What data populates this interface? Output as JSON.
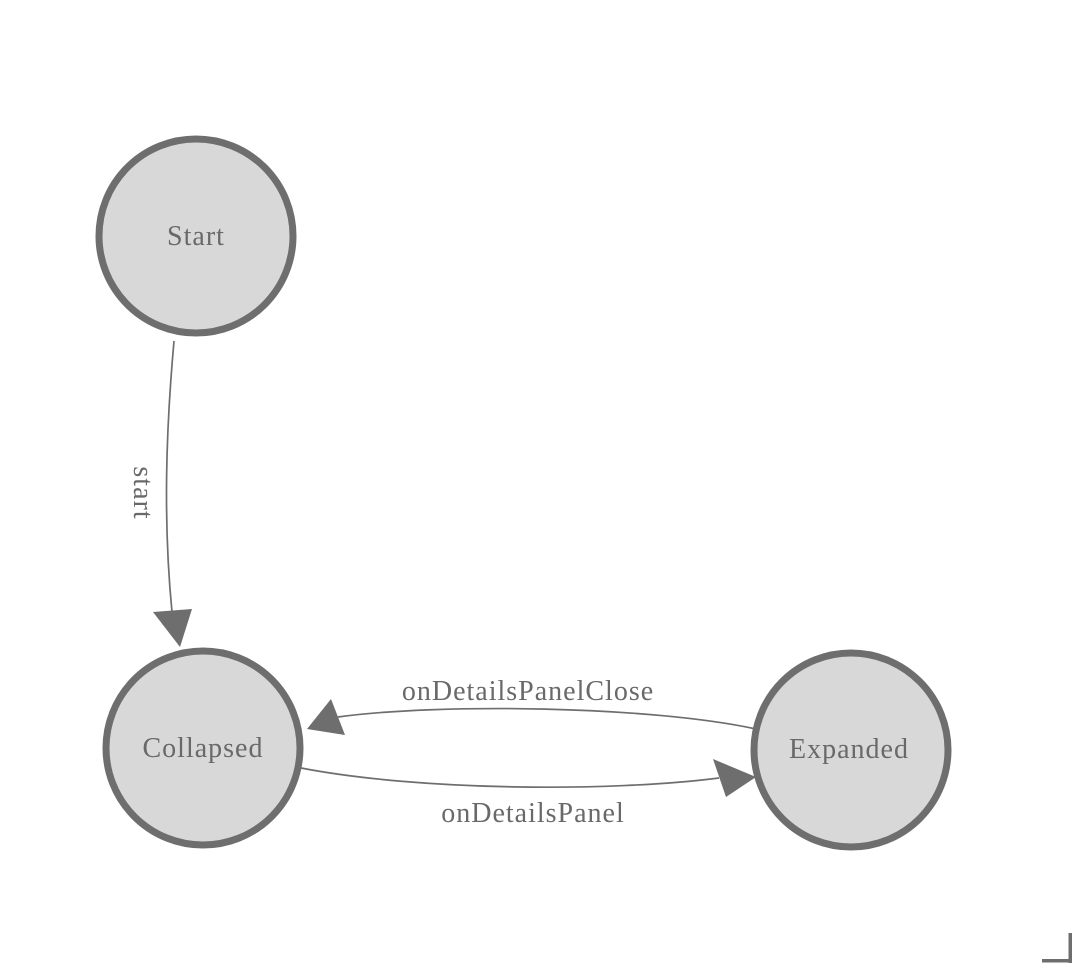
{
  "colors": {
    "node-fill": "#d8d8d8",
    "node-stroke": "#6e6e6e",
    "edge-stroke": "#6e6e6e",
    "label-color": "#696969"
  },
  "diagram": {
    "type": "state-machine",
    "nodes": [
      {
        "id": "start",
        "label": "Start"
      },
      {
        "id": "collapsed",
        "label": "Collapsed"
      },
      {
        "id": "expanded",
        "label": "Expanded"
      }
    ],
    "edges": [
      {
        "from": "Start",
        "to": "Collapsed",
        "label": "start",
        "label_orientation": "vertical"
      },
      {
        "from": "Expanded",
        "to": "Collapsed",
        "label": "onDetailsPanelClose",
        "label_orientation": "horizontal"
      },
      {
        "from": "Collapsed",
        "to": "Expanded",
        "label": "onDetailsPanel",
        "label_orientation": "horizontal"
      }
    ]
  }
}
